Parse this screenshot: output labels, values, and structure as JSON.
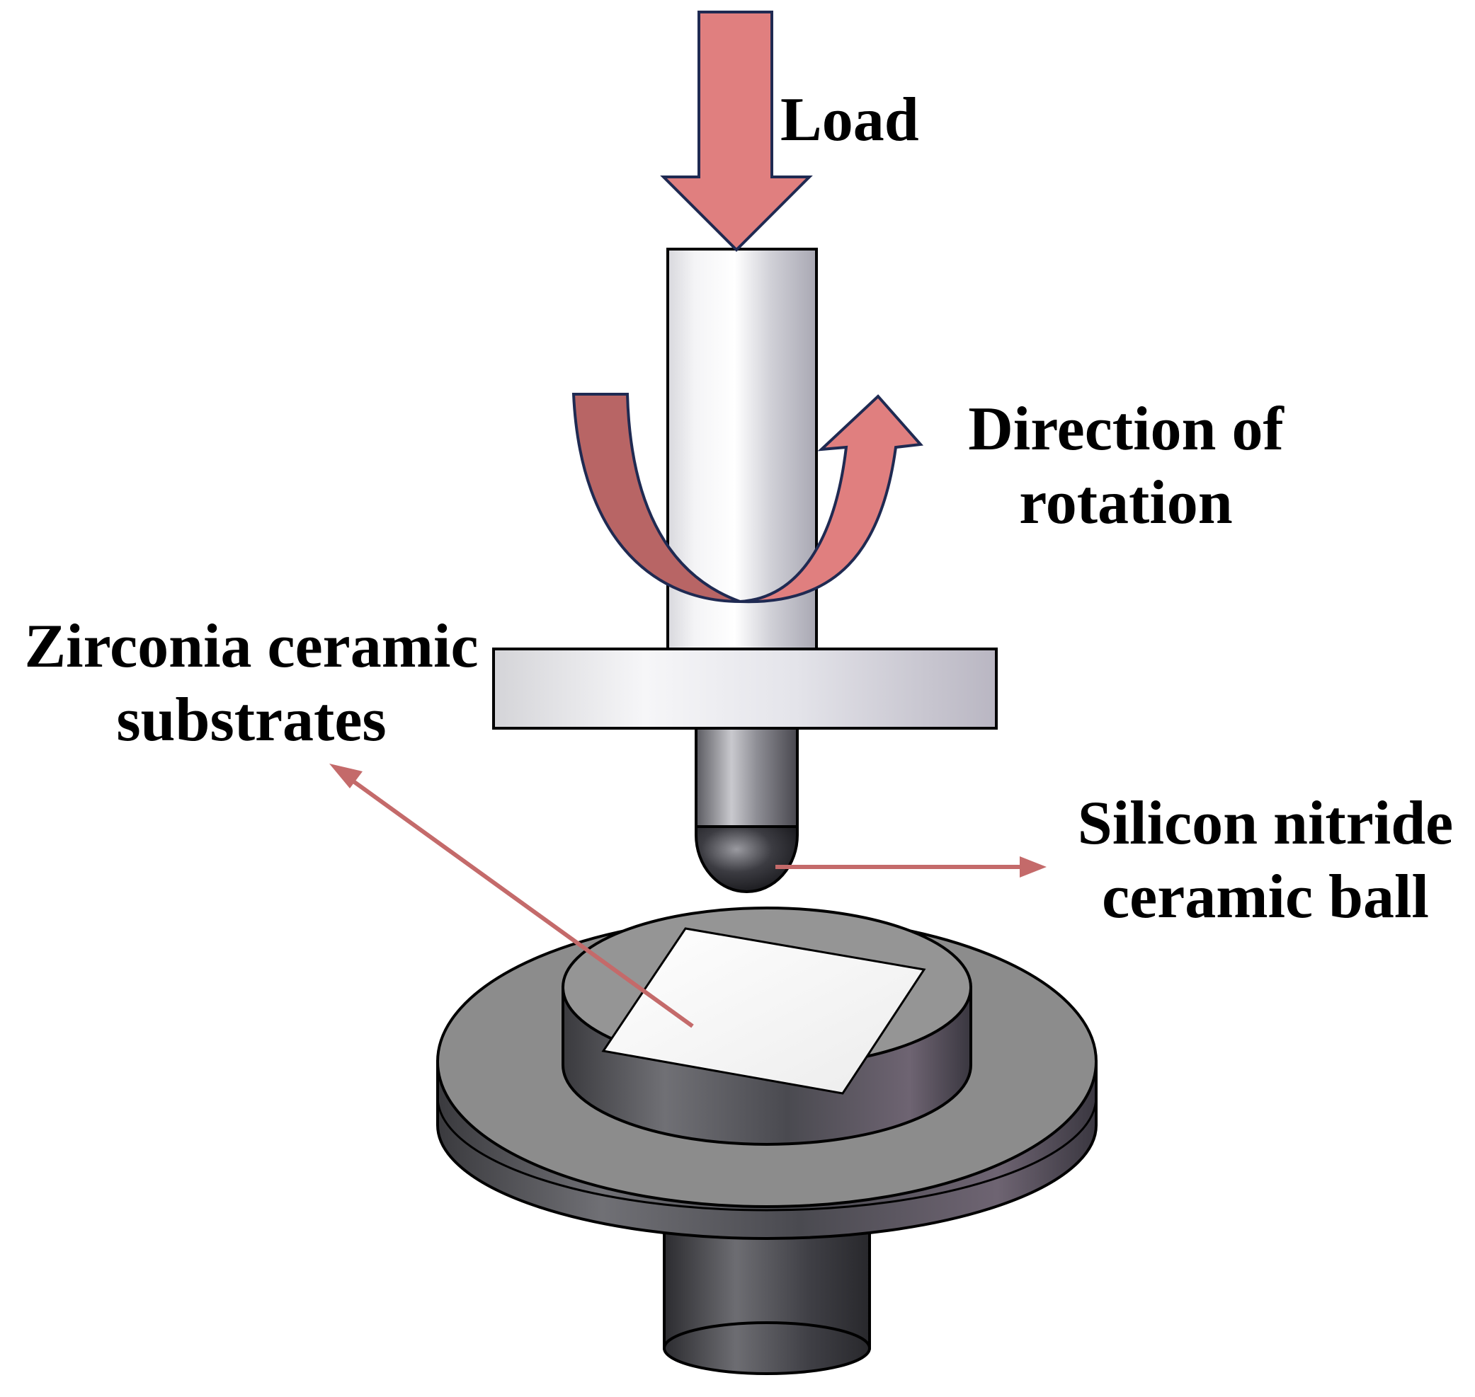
{
  "labels": {
    "load": "Load",
    "rotation": {
      "line1": "Direction of",
      "line2": "rotation"
    },
    "substrate": {
      "line1": "Zirconia ceramic",
      "line2": "substrates"
    },
    "ball": {
      "line1": "Silicon nitride",
      "line2": "ceramic ball"
    }
  },
  "colors": {
    "arrow_fill": "#e07f7f",
    "arrow_dark": "#b86565",
    "arrow_outline": "#1f2a52",
    "leader_line": "#c46a6a",
    "metal_light": "#eeeef2",
    "metal_dark": "#2e2e32",
    "stage_gray": "#8a8a8a",
    "substrate_white": "#f7f7f7"
  },
  "icons": [
    "load-arrow-icon",
    "rotation-arrow-icon",
    "leader-arrow-icon"
  ]
}
